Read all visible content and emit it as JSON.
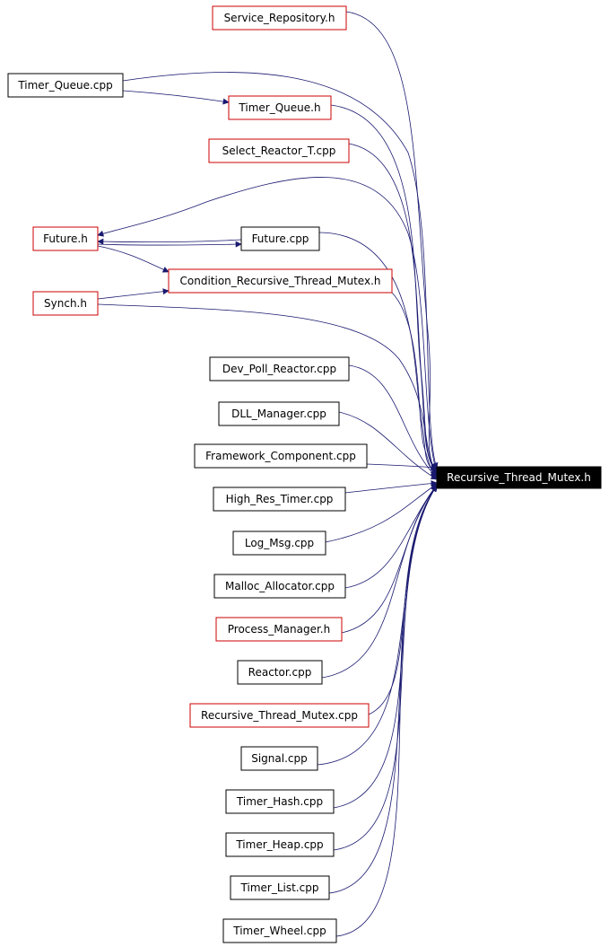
{
  "colors": {
    "edge": "#191970",
    "border_linked": "#000000",
    "border_unlinked": "#cc0000",
    "root_fill": "#000000",
    "root_text": "#ffffff"
  },
  "nodes": [
    {
      "id": "root",
      "label": "Recursive_Thread_Mutex.h",
      "kind": "root"
    },
    {
      "id": "service_repository_h",
      "label": "Service_Repository.h",
      "kind": "unlinked"
    },
    {
      "id": "timer_queue_cpp",
      "label": "Timer_Queue.cpp",
      "kind": "linked"
    },
    {
      "id": "timer_queue_h",
      "label": "Timer_Queue.h",
      "kind": "unlinked"
    },
    {
      "id": "select_reactor_t_cpp",
      "label": "Select_Reactor_T.cpp",
      "kind": "unlinked"
    },
    {
      "id": "future_h",
      "label": "Future.h",
      "kind": "unlinked"
    },
    {
      "id": "future_cpp",
      "label": "Future.cpp",
      "kind": "linked"
    },
    {
      "id": "condition_recursive_thread_mutex_h",
      "label": "Condition_Recursive_Thread_Mutex.h",
      "kind": "unlinked"
    },
    {
      "id": "synch_h",
      "label": "Synch.h",
      "kind": "unlinked"
    },
    {
      "id": "dev_poll_reactor_cpp",
      "label": "Dev_Poll_Reactor.cpp",
      "kind": "linked"
    },
    {
      "id": "dll_manager_cpp",
      "label": "DLL_Manager.cpp",
      "kind": "linked"
    },
    {
      "id": "framework_component_cpp",
      "label": "Framework_Component.cpp",
      "kind": "linked"
    },
    {
      "id": "high_res_timer_cpp",
      "label": "High_Res_Timer.cpp",
      "kind": "linked"
    },
    {
      "id": "log_msg_cpp",
      "label": "Log_Msg.cpp",
      "kind": "linked"
    },
    {
      "id": "malloc_allocator_cpp",
      "label": "Malloc_Allocator.cpp",
      "kind": "linked"
    },
    {
      "id": "process_manager_h",
      "label": "Process_Manager.h",
      "kind": "unlinked"
    },
    {
      "id": "reactor_cpp",
      "label": "Reactor.cpp",
      "kind": "linked"
    },
    {
      "id": "recursive_thread_mutex_cpp",
      "label": "Recursive_Thread_Mutex.cpp",
      "kind": "unlinked"
    },
    {
      "id": "signal_cpp",
      "label": "Signal.cpp",
      "kind": "linked"
    },
    {
      "id": "timer_hash_cpp",
      "label": "Timer_Hash.cpp",
      "kind": "linked"
    },
    {
      "id": "timer_heap_cpp",
      "label": "Timer_Heap.cpp",
      "kind": "linked"
    },
    {
      "id": "timer_list_cpp",
      "label": "Timer_List.cpp",
      "kind": "linked"
    },
    {
      "id": "timer_wheel_cpp",
      "label": "Timer_Wheel.cpp",
      "kind": "linked"
    }
  ],
  "edges": [
    {
      "from": "service_repository_h",
      "to": "root"
    },
    {
      "from": "timer_queue_cpp",
      "to": "root"
    },
    {
      "from": "timer_queue_cpp",
      "to": "timer_queue_h"
    },
    {
      "from": "timer_queue_h",
      "to": "root"
    },
    {
      "from": "select_reactor_t_cpp",
      "to": "root"
    },
    {
      "from": "root",
      "to": "future_h"
    },
    {
      "from": "future_cpp",
      "to": "future_h"
    },
    {
      "from": "future_h",
      "to": "future_cpp"
    },
    {
      "from": "future_h",
      "to": "condition_recursive_thread_mutex_h"
    },
    {
      "from": "future_cpp",
      "to": "root"
    },
    {
      "from": "condition_recursive_thread_mutex_h",
      "to": "root"
    },
    {
      "from": "synch_h",
      "to": "condition_recursive_thread_mutex_h"
    },
    {
      "from": "synch_h",
      "to": "root"
    },
    {
      "from": "dev_poll_reactor_cpp",
      "to": "root"
    },
    {
      "from": "dll_manager_cpp",
      "to": "root"
    },
    {
      "from": "framework_component_cpp",
      "to": "root"
    },
    {
      "from": "high_res_timer_cpp",
      "to": "root"
    },
    {
      "from": "log_msg_cpp",
      "to": "root"
    },
    {
      "from": "malloc_allocator_cpp",
      "to": "root"
    },
    {
      "from": "process_manager_h",
      "to": "root"
    },
    {
      "from": "reactor_cpp",
      "to": "root"
    },
    {
      "from": "recursive_thread_mutex_cpp",
      "to": "root"
    },
    {
      "from": "signal_cpp",
      "to": "root"
    },
    {
      "from": "timer_hash_cpp",
      "to": "root"
    },
    {
      "from": "timer_heap_cpp",
      "to": "root"
    },
    {
      "from": "timer_list_cpp",
      "to": "root"
    },
    {
      "from": "timer_wheel_cpp",
      "to": "root"
    }
  ]
}
